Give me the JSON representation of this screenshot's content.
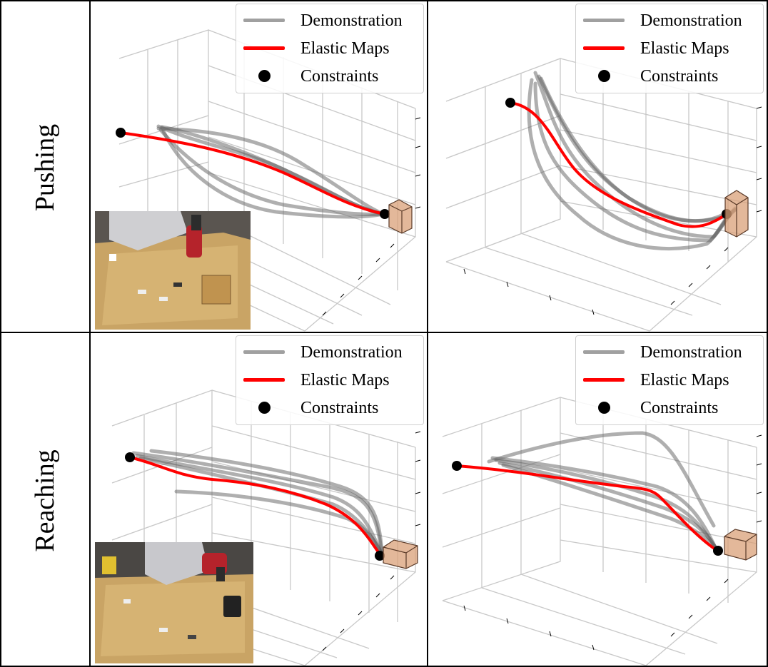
{
  "rows": [
    {
      "label": "Pushing"
    },
    {
      "label": "Reaching"
    }
  ],
  "legend": {
    "demonstration": "Demonstration",
    "elastic_maps": "Elastic Maps",
    "constraints": "Constraints"
  },
  "colors": {
    "demonstration": "#7a7a7a",
    "elastic_maps": "#ff0000",
    "constraints": "#000000",
    "box_fill": "#d9a078",
    "box_edge": "#5a3a28",
    "grid": "#c8c8c8"
  },
  "icons": [
    "target-box-icon",
    "robot-arm-photo"
  ]
}
